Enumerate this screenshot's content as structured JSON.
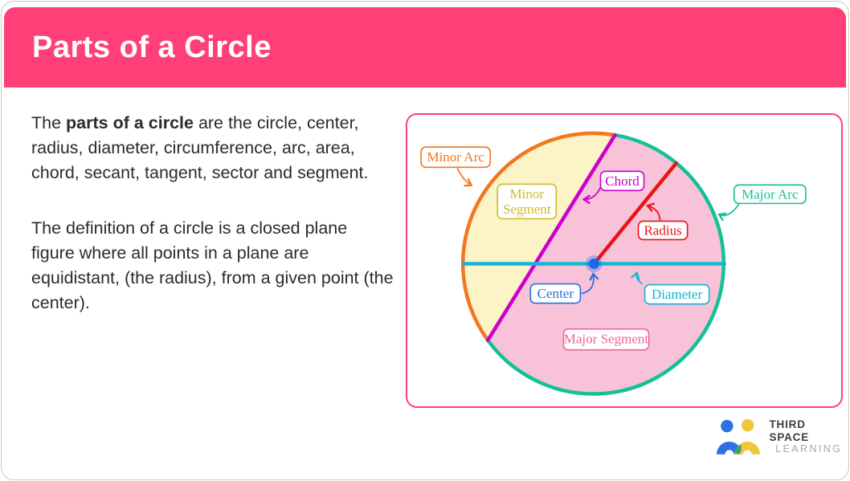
{
  "header": {
    "title": "Parts of a Circle",
    "bg_color": "#FF4078",
    "text_color": "#FFFFFF"
  },
  "body_text": {
    "p1_prefix": "The ",
    "p1_bold": "parts of a circle",
    "p1_rest": " are the circle, center, radius, diameter, circumference, arc, area, chord, secant, tangent, sector and segment.",
    "p2": "The definition of a circle is a closed plane figure where all points in a plane are equidistant, (the radius), from a given point (the center)."
  },
  "diagram": {
    "border_color": "#FF4078",
    "labels": {
      "minor_arc": "Minor Arc",
      "minor_segment_line1": "Minor",
      "minor_segment_line2": "Segment",
      "chord": "Chord",
      "major_arc": "Major Arc",
      "radius": "Radius",
      "center": "Center",
      "diameter": "Diameter",
      "major_segment": "Major Segment"
    },
    "colors": {
      "minor_arc_stroke": "#F4761F",
      "major_arc_stroke": "#14C095",
      "chord_stroke": "#CC00CC",
      "radius_stroke": "#E81416",
      "diameter_stroke": "#13B6D6",
      "center_dot": "#1A6AE8",
      "minor_segment_fill": "#FCF3C6",
      "major_segment_fill": "#F8C3D8",
      "minor_segment_label": "#CDBC2B",
      "major_segment_label": "#F0649A",
      "center_label": "#2B6FE3"
    }
  },
  "logo": {
    "line1": "THIRD SPACE",
    "line2": "LEARNING",
    "colors": {
      "person_blue": "#2D71E5",
      "person_yellow": "#EFC73F",
      "overlap_green": "#33A474"
    }
  }
}
